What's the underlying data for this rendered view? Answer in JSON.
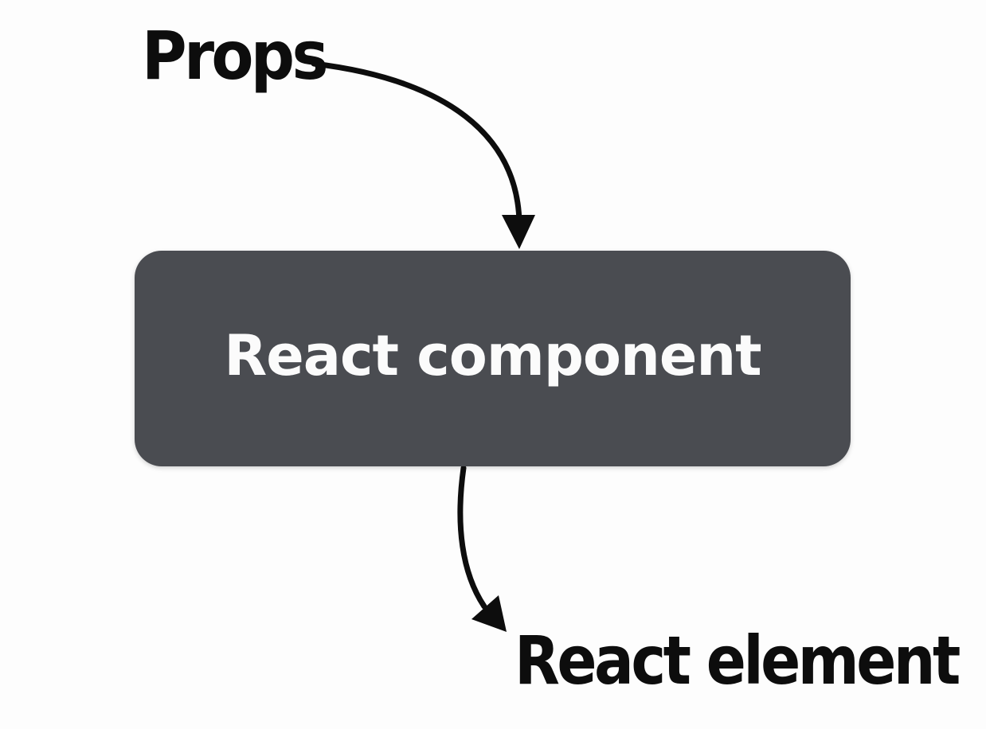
{
  "diagram": {
    "input_label": "Props",
    "process_label": "React component",
    "output_label": "React element"
  },
  "colors": {
    "background": "#fdfdfd",
    "box_fill": "#4a4c51",
    "box_text": "#fbfbfb",
    "label_text": "#0d0d0d",
    "arrow": "#0d0d0d"
  }
}
